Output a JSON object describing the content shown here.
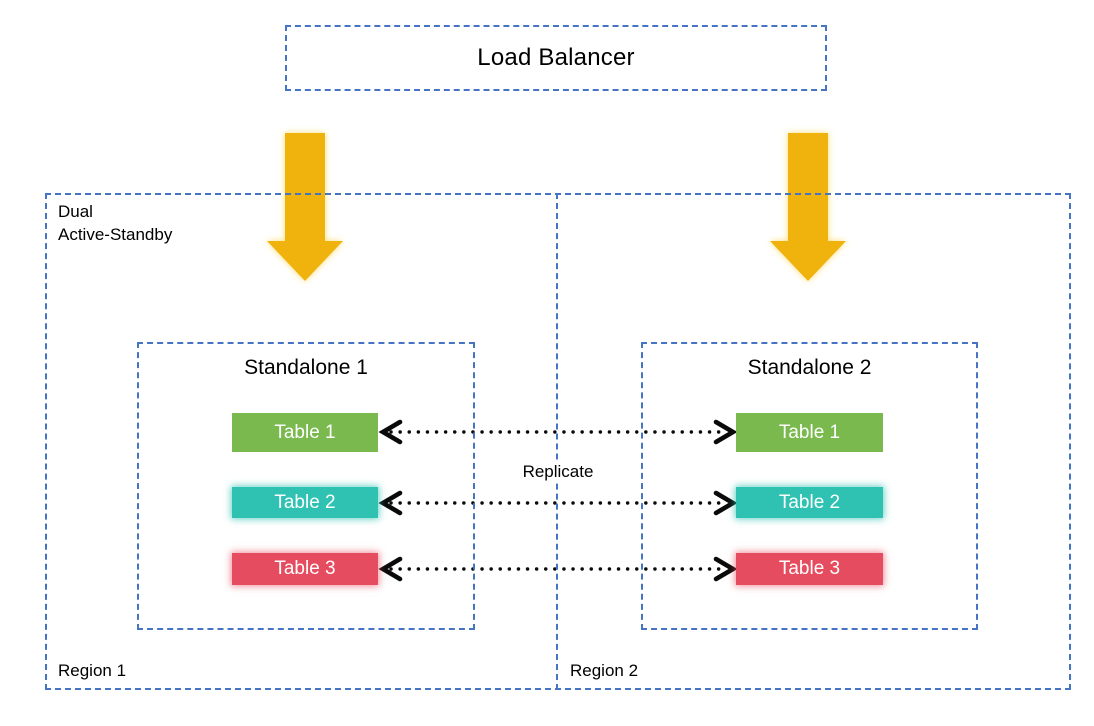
{
  "diagram": {
    "load_balancer_label": "Load Balancer",
    "cluster_label_line1": "Dual",
    "cluster_label_line2": "Active-Standby",
    "replicate_label": "Replicate",
    "regions": [
      {
        "label": "Region 1",
        "node_title": "Standalone 1",
        "tables": [
          {
            "label": "Table 1",
            "color": "#79b94e"
          },
          {
            "label": "Table 2",
            "color": "#2fc2b2"
          },
          {
            "label": "Table 3",
            "color": "#e64c5f"
          }
        ]
      },
      {
        "label": "Region 2",
        "node_title": "Standalone 2",
        "tables": [
          {
            "label": "Table 1",
            "color": "#79b94e"
          },
          {
            "label": "Table 2",
            "color": "#2fc2b2"
          },
          {
            "label": "Table 3",
            "color": "#e64c5f"
          }
        ]
      }
    ],
    "colors": {
      "dashed_border_blue": "#4674c5",
      "flow_arrow_orange": "#f0b30c",
      "flow_arrow_glow": "#ffd965",
      "connector_black": "#0a0a0a",
      "table_text_white": "#ffffff"
    }
  }
}
